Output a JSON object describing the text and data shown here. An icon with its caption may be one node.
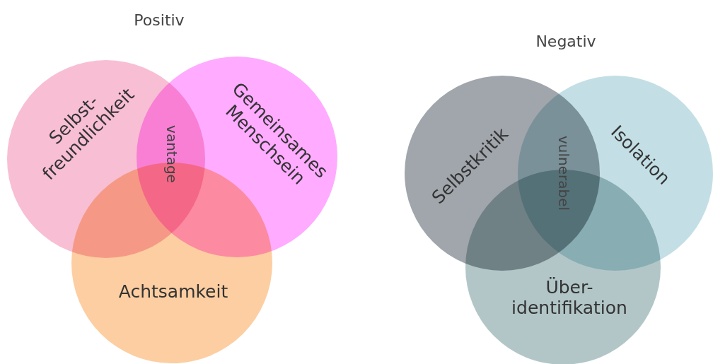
{
  "diagram": {
    "nodes": [
      {
        "text": [
          "Selbst- freundlichkeit"
        ]
      },
      {
        "text": [
          "Gemeinsames Menschsein"
        ]
      },
      {
        "text": [
          "Achtsamkeit"
        ]
      },
      {
        "text": [
          "Selbstkritik"
        ]
      },
      {
        "text": [
          "Isolation"
        ]
      },
      {
        "text": [
          "Über- identifikation"
        ]
      }
    ],
    "labels": [
      "Positiv",
      "Negativ",
      "vantage",
      "vulnerabel"
    ]
  }
}
